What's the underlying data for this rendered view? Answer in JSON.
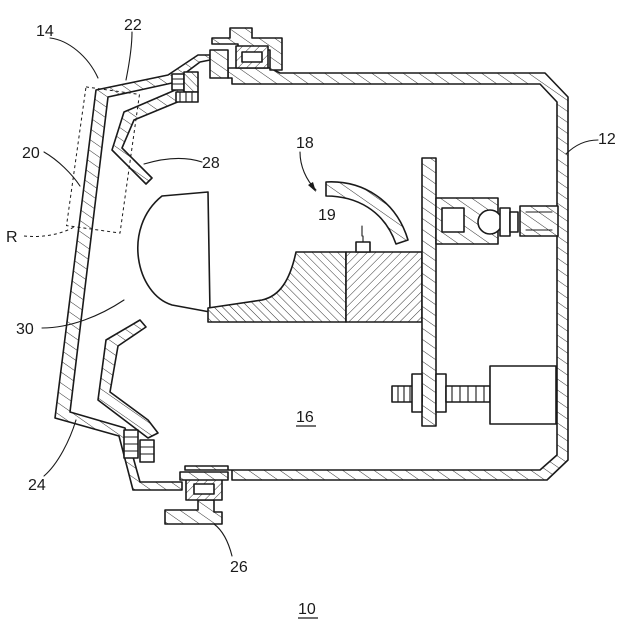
{
  "figure": {
    "labels": {
      "ref_10": "10",
      "ref_12": "12",
      "ref_14": "14",
      "ref_16": "16",
      "ref_18": "18",
      "ref_19": "19",
      "ref_20": "20",
      "ref_22": "22",
      "ref_24": "24",
      "ref_26": "26",
      "ref_28": "28",
      "ref_30": "30",
      "ref_R": "R"
    }
  }
}
